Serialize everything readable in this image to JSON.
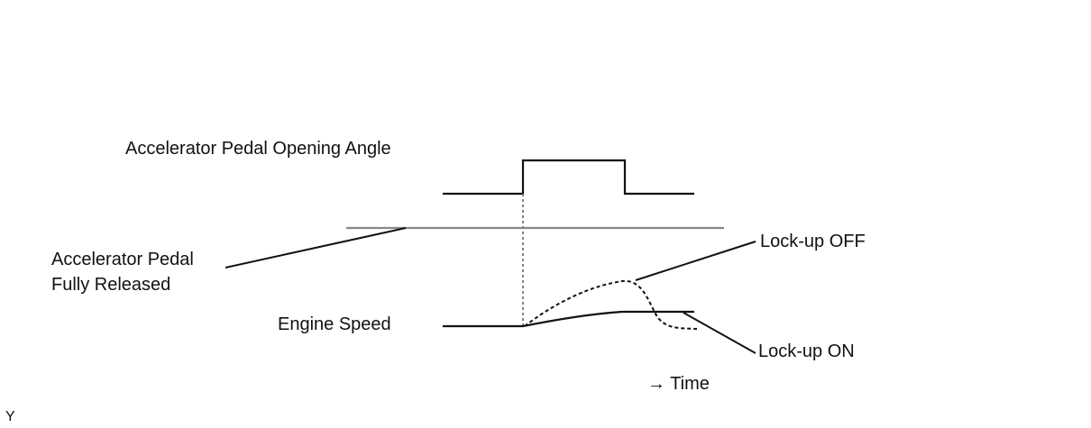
{
  "labels": {
    "accelerator_angle": "Accelerator Pedal Opening Angle",
    "pedal_released_line1": "Accelerator Pedal",
    "pedal_released_line2": "Fully Released",
    "engine_speed": "Engine Speed",
    "lockup_off": "Lock-up OFF",
    "lockup_on": "Lock-up ON",
    "time": "→ Time",
    "figure_code": "Y"
  },
  "colors": {
    "line": "#111111",
    "baseline": "#888888",
    "guide": "#777777"
  }
}
